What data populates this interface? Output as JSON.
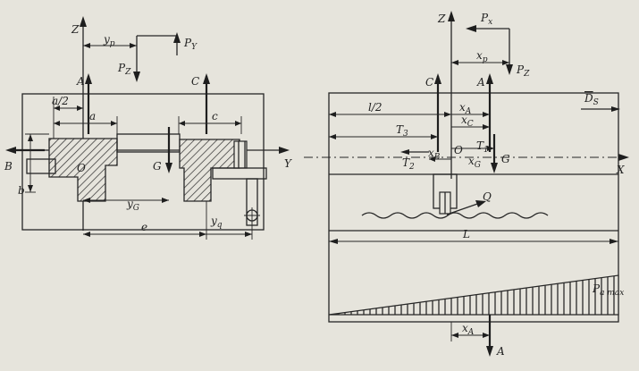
{
  "colors": {
    "background": "#e6e4dc",
    "ink": "#262626"
  },
  "left_view": {
    "labels": {
      "z_axis": "Z",
      "y_axis": "Y",
      "y_p": "y",
      "y_p_sub": "p",
      "p_z": "P",
      "p_z_sub": "Z",
      "p_y": "P",
      "p_y_sub": "Y",
      "a_force": "A",
      "c_force": "C",
      "a_half": "a/2",
      "a": "a",
      "c": "c",
      "b_force": "B",
      "origin": "O",
      "g_force": "G",
      "b_dim": "b",
      "y_g": "y",
      "y_g_sub": "G",
      "e": "e",
      "y_q": "y",
      "y_q_sub": "q"
    }
  },
  "right_view": {
    "labels": {
      "z_axis": "Z",
      "p_x": "P",
      "p_x_sub": "x",
      "x_p": "x",
      "x_p_sub": "p",
      "p_z": "P",
      "p_z_sub": "Z",
      "d_s": "D",
      "d_s_sub": "S",
      "c_force": "C",
      "a_force": "A",
      "l_half": "l/2",
      "x_a": "x",
      "x_a_sub": "A",
      "x_c": "x",
      "x_c_sub": "C",
      "t3": "T",
      "t3_sub": "3",
      "t1": "T",
      "t1_sub": "1",
      "t2": "T",
      "t2_sub": "2",
      "x_b": "x",
      "x_b_sub": "B",
      "origin": "O",
      "x_g": "x",
      "x_g_sub": "G",
      "g_force": "G",
      "x_axis": "X",
      "q_load": "Q",
      "l_dim": "L",
      "p_a_max": "P",
      "p_a_max_sub": "a max",
      "x_a_bottom": "x",
      "x_a_bottom_sub": "A",
      "a_bottom": "A"
    }
  }
}
